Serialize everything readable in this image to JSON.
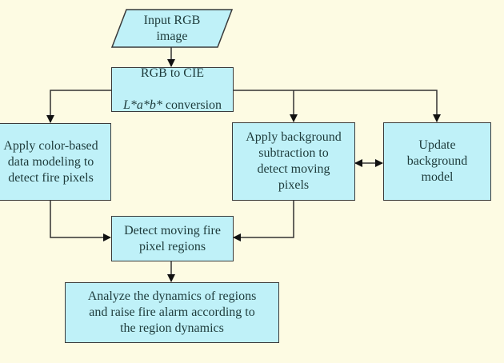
{
  "diagram": {
    "nodes": {
      "input": {
        "label": "Input RGB\nimage",
        "shape": "parallelogram"
      },
      "convert": {
        "line1": "RGB to CIE",
        "line2_italic_parts": [
          "L",
          "*",
          "a",
          "*",
          "b",
          "*"
        ],
        "line2_suffix": " conversion",
        "line2_prefix": "L*a*b*"
      },
      "color_model": {
        "label": "Apply color-based\ndata modeling to\ndetect fire pixels"
      },
      "bg_sub": {
        "label": "Apply background\nsubtraction to\ndetect moving\npixels"
      },
      "update_bg": {
        "label": "Update\nbackground\nmodel"
      },
      "detect_regions": {
        "label": "Detect moving fire\npixel regions"
      },
      "analyze": {
        "label": "Analyze the dynamics of regions\nand raise fire alarm according to\nthe region dynamics"
      }
    },
    "edges": [
      {
        "from": "input",
        "to": "convert",
        "type": "arrow"
      },
      {
        "from": "convert",
        "to": "color_model",
        "type": "arrow"
      },
      {
        "from": "convert",
        "to": "bg_sub",
        "type": "arrow"
      },
      {
        "from": "convert",
        "to": "update_bg",
        "type": "arrow"
      },
      {
        "from": "bg_sub",
        "to": "update_bg",
        "type": "bidirectional"
      },
      {
        "from": "color_model",
        "to": "detect_regions",
        "type": "arrow"
      },
      {
        "from": "bg_sub",
        "to": "detect_regions",
        "type": "arrow"
      },
      {
        "from": "detect_regions",
        "to": "analyze",
        "type": "arrow"
      }
    ],
    "colors": {
      "background": "#fdfbe3",
      "box_fill": "#bff1f8",
      "box_border": "#3a3a3a",
      "line": "#333333",
      "text": "#1e3b3b"
    }
  }
}
